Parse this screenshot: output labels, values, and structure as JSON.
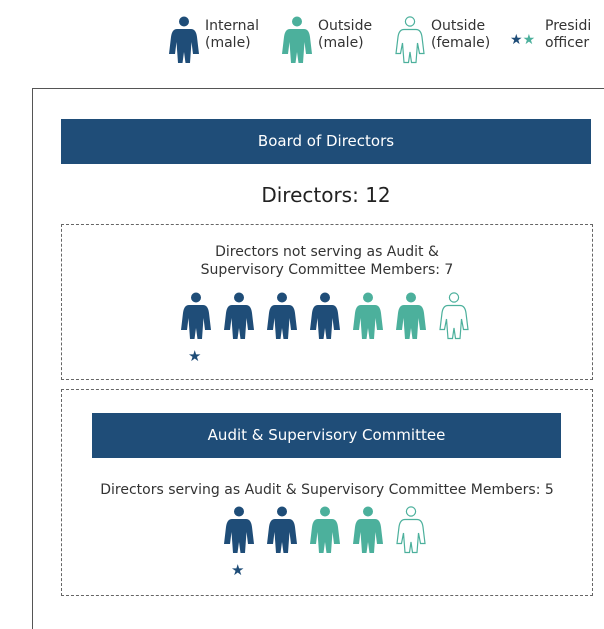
{
  "legend": {
    "internal": {
      "label_line1": "Internal",
      "label_line2": "(male)"
    },
    "outside_male": {
      "label_line1": "Outside",
      "label_line2": "(male)"
    },
    "outside_female": {
      "label_line1": "Outside",
      "label_line2": "(female)"
    },
    "presiding": {
      "label_line1": "Presidi",
      "label_line2": "officer",
      "stars": "★★"
    }
  },
  "board": {
    "title": "Board of Directors",
    "directors_count": "Directors: 12"
  },
  "group_not_serving": {
    "line1": "Directors not serving as Audit &",
    "line2": "Supervisory Committee Members: 7"
  },
  "committee": {
    "title": "Audit & Supervisory Committee",
    "serving_text": "Directors serving as Audit & Supervisory Committee Members: 5"
  },
  "star_glyph": "★",
  "colors": {
    "navy": "#1f4d78",
    "teal": "#4cb09c",
    "outline": "#4cb09c"
  }
}
